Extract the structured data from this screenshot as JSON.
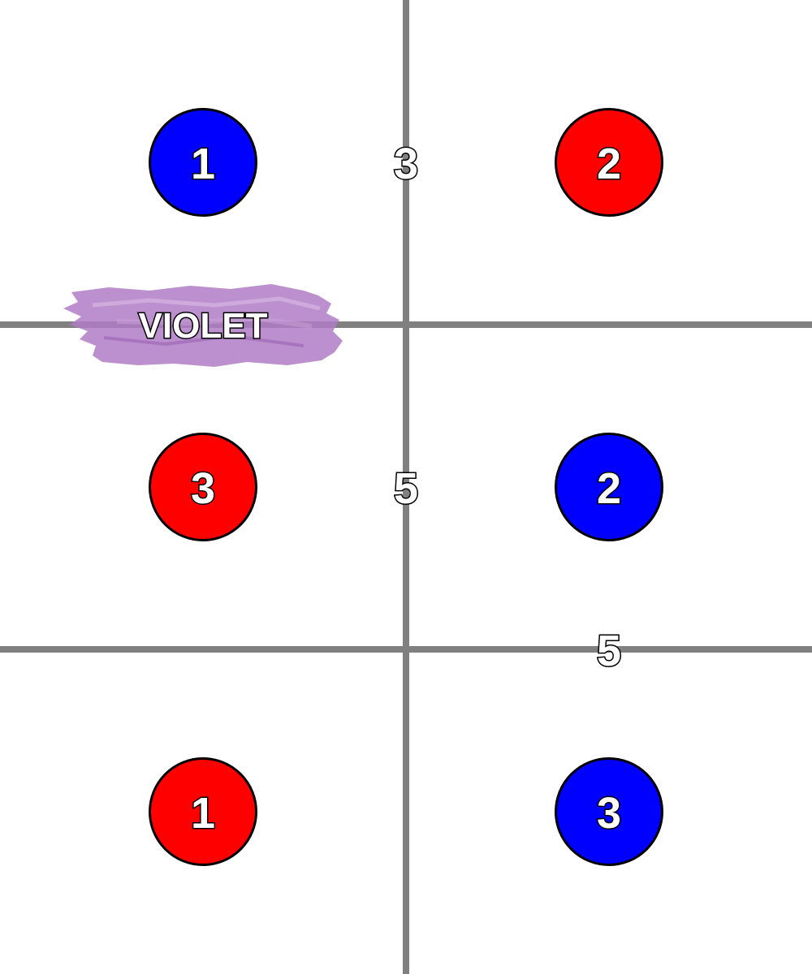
{
  "colors": {
    "grid": "#808080",
    "red": "#ff0000",
    "blue": "#0000ff",
    "violet": "#b07cc6",
    "background": "#ffffff"
  },
  "tokens": [
    {
      "id": "b1",
      "color": "blue",
      "label": "1"
    },
    {
      "id": "r2",
      "color": "red",
      "label": "2"
    },
    {
      "id": "r3",
      "color": "red",
      "label": "3"
    },
    {
      "id": "b2",
      "color": "blue",
      "label": "2"
    },
    {
      "id": "r1",
      "color": "red",
      "label": "1"
    },
    {
      "id": "b3",
      "color": "blue",
      "label": "3"
    }
  ],
  "edge_labels": {
    "top_middle": "3",
    "center_middle": "5",
    "right_lower": "5"
  },
  "violet_marker": {
    "text": "VIOLET",
    "icon": "paint-brush-stroke"
  }
}
